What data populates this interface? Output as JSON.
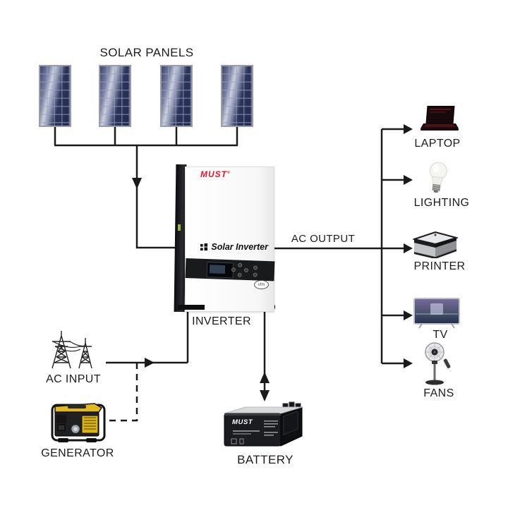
{
  "labels": {
    "solar_panels": "SOLAR PANELS",
    "inverter": "INVERTER",
    "ac_output": "AC OUTPUT",
    "ac_input": "AC INPUT",
    "generator": "GENERATOR",
    "battery": "BATTERY"
  },
  "loads": [
    {
      "name": "laptop",
      "label": "LAPTOP"
    },
    {
      "name": "lighting",
      "label": "LIGHTING"
    },
    {
      "name": "printer",
      "label": "PRINTER"
    },
    {
      "name": "tv",
      "label": "TV"
    },
    {
      "name": "fans",
      "label": "FANS"
    }
  ],
  "inverter_device": {
    "brand": "MUST",
    "brand_mark": "®",
    "product_line": "Solar Inverter",
    "badge": "vfm"
  },
  "battery_device": {
    "brand": "MUST"
  },
  "counts": {
    "solar_panels": 4
  },
  "colors": {
    "wire": "#1a1a1a",
    "brand_red": "#e2182b",
    "panel_blue": "#2e3660",
    "generator_yellow": "#e2b91c"
  }
}
